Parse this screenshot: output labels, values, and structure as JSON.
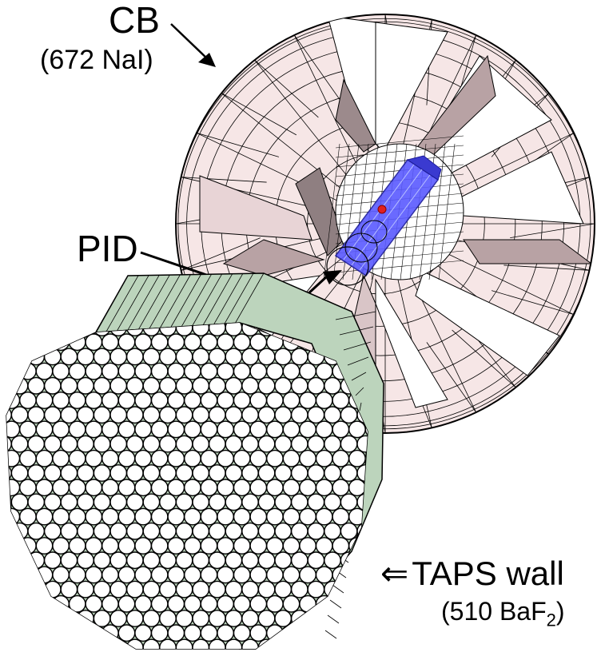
{
  "labels": {
    "cb": "CB",
    "cb_sub": "(672 NaI)",
    "pid": "PID",
    "taps_arrow": "⇐",
    "taps": "TAPS wall",
    "taps_sub_pre": "(510 BaF",
    "taps_sub_subscript": "2",
    "taps_sub_post": ")"
  },
  "colors": {
    "sphere_face": "#f6e6e6",
    "sphere_dark": "#b8a2a4",
    "sphere_light": "#ffffff",
    "pid_blue": "#5a5aff",
    "taps_side": "#bcd4bc",
    "outline": "#000000"
  }
}
